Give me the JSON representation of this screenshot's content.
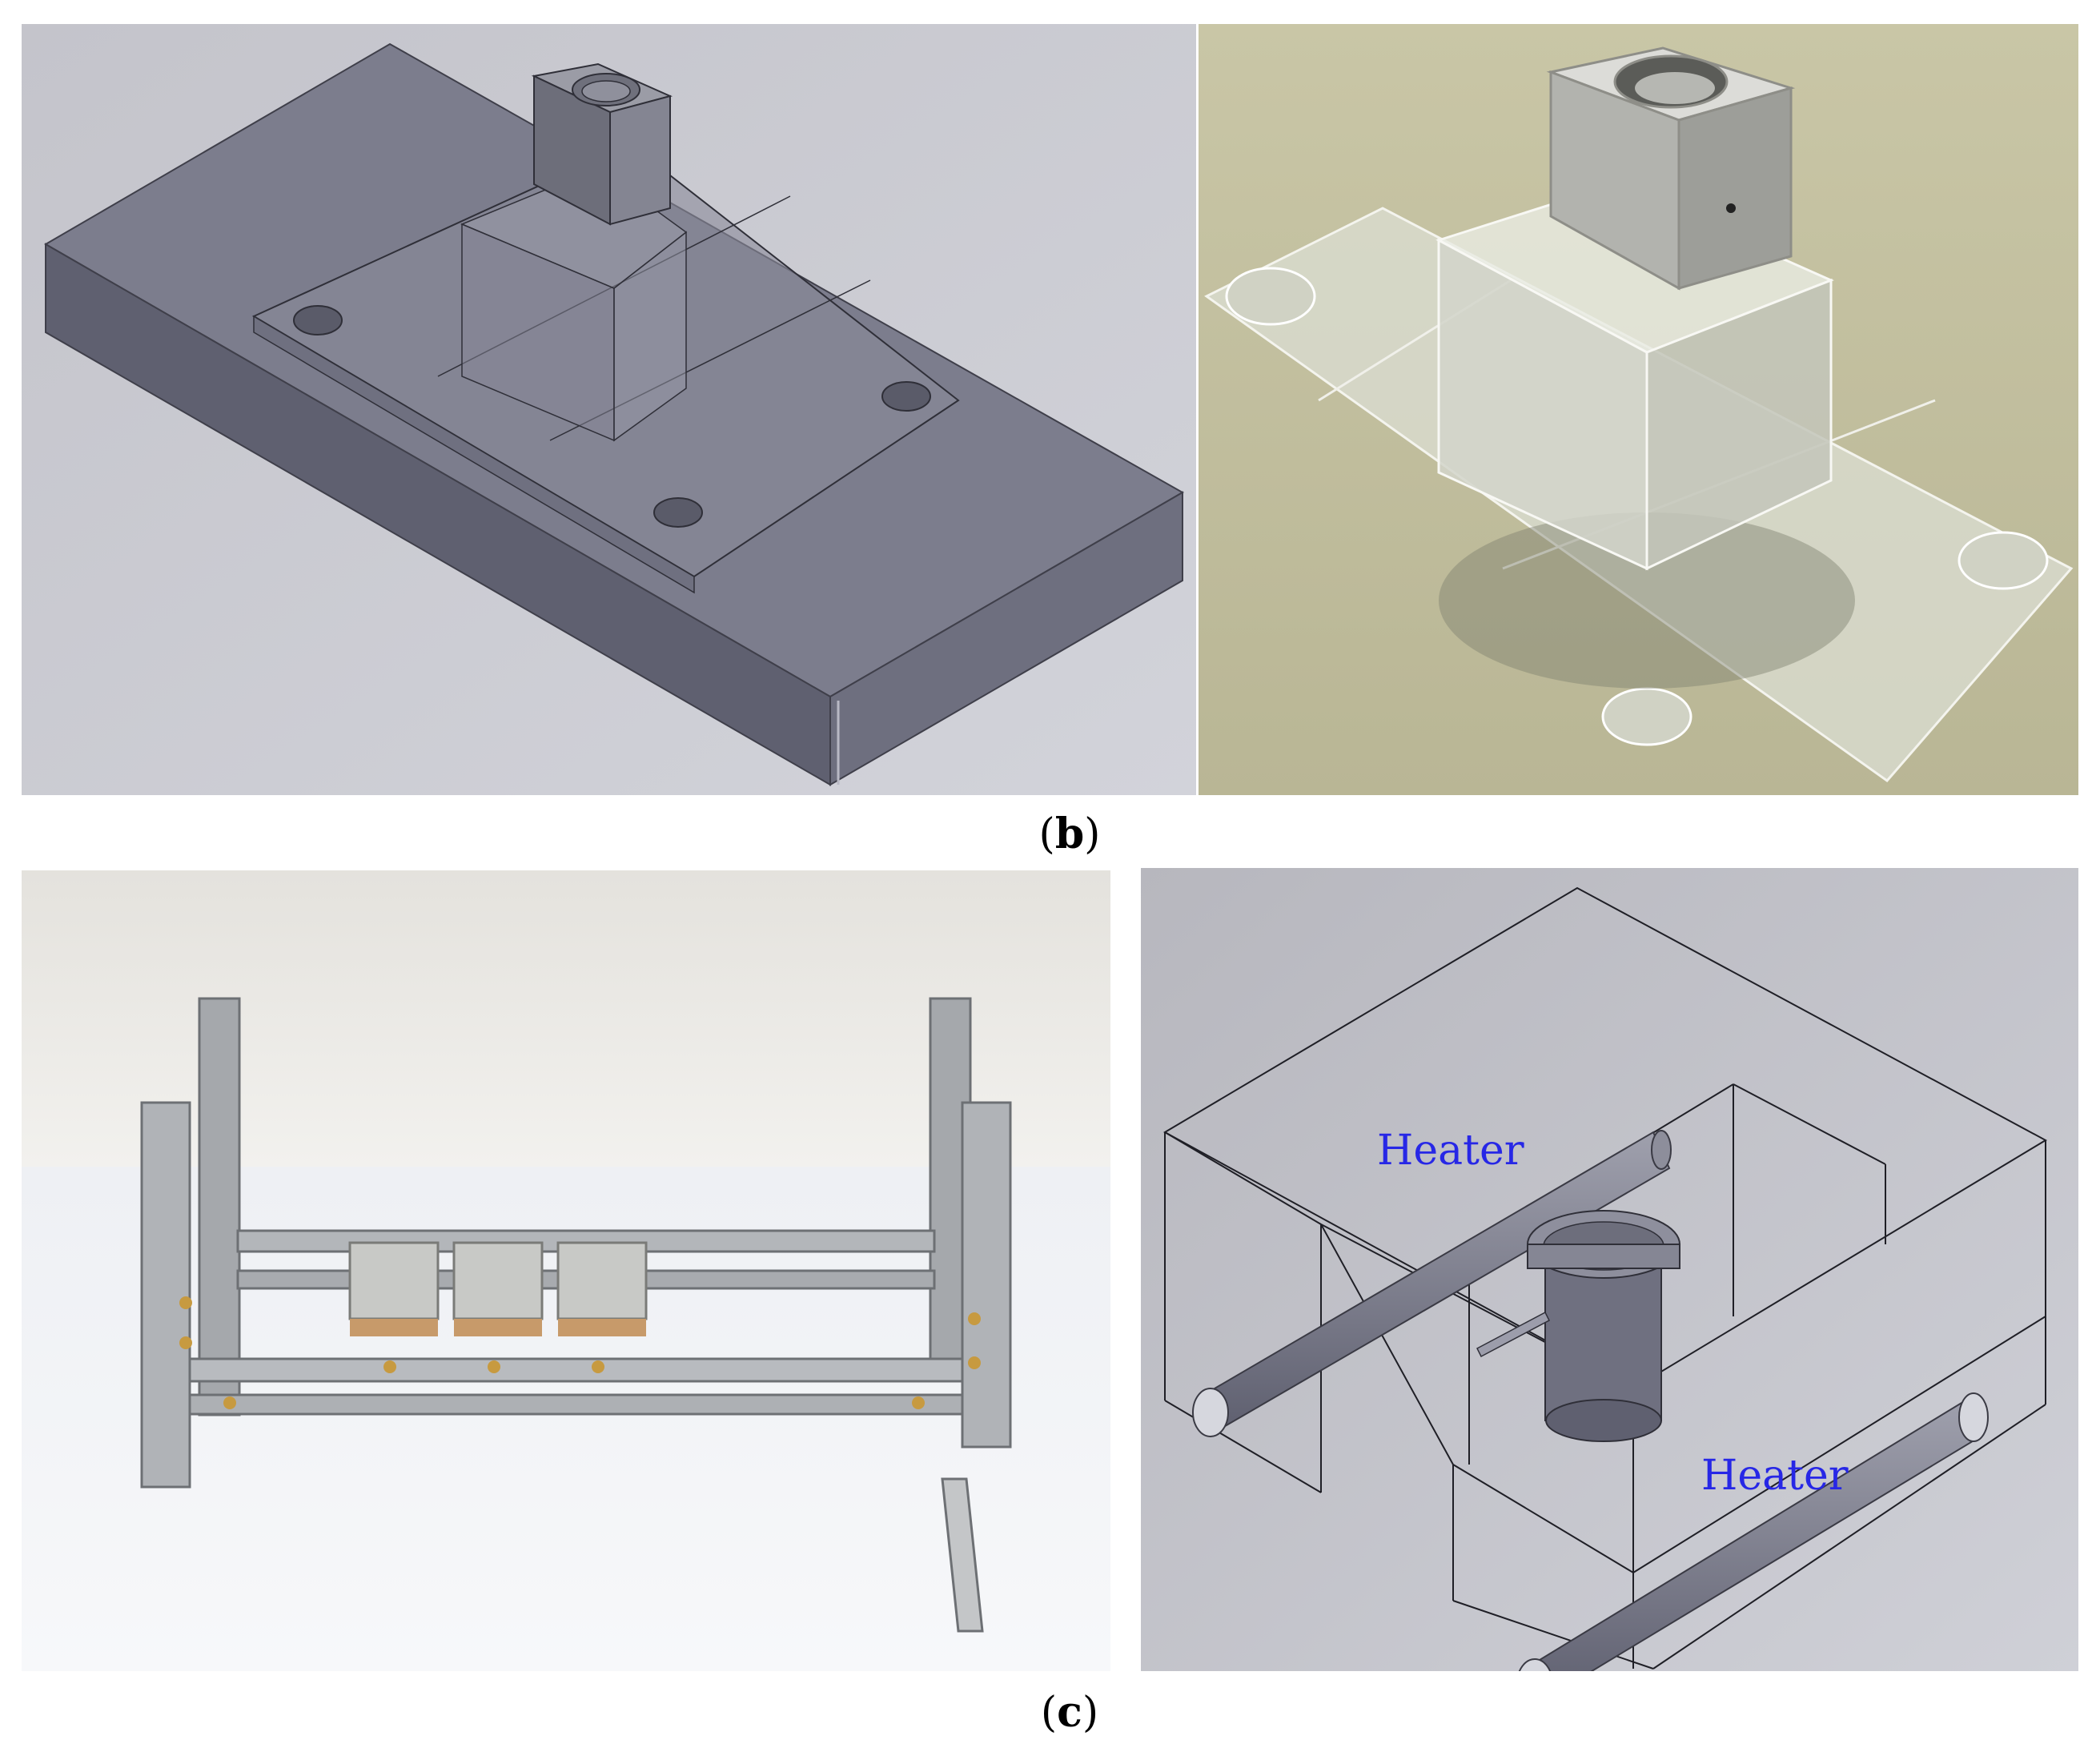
{
  "captions": {
    "b": "b",
    "c": "c"
  },
  "labels": {
    "heater_top": "Heater",
    "heater_bottom": "Heater"
  },
  "colors": {
    "heater_label": "#2727e6",
    "cad_background": "#bcbcc4",
    "cad_body": "#777888",
    "photo_background": "#c7c4a3"
  }
}
